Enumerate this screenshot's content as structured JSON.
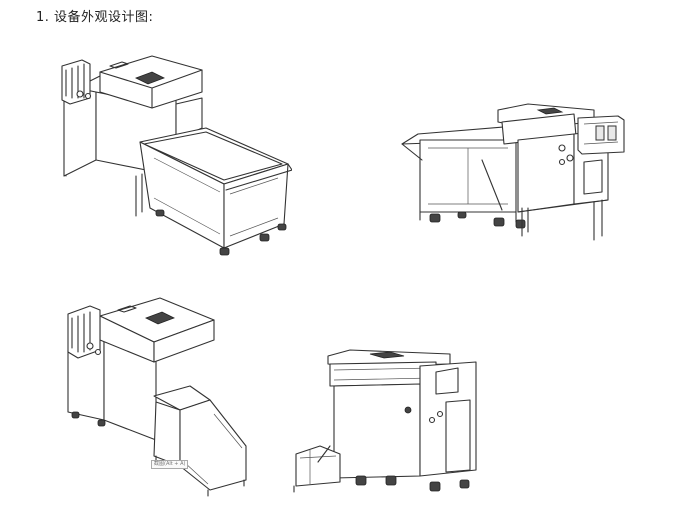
{
  "heading": "1. 设备外观设计图:",
  "figures": [
    {
      "name": "view-front-left"
    },
    {
      "name": "view-back-right"
    },
    {
      "name": "view-front-left-variant"
    },
    {
      "name": "view-side-right"
    }
  ],
  "overlay_tag": "截图(Alt + A)"
}
